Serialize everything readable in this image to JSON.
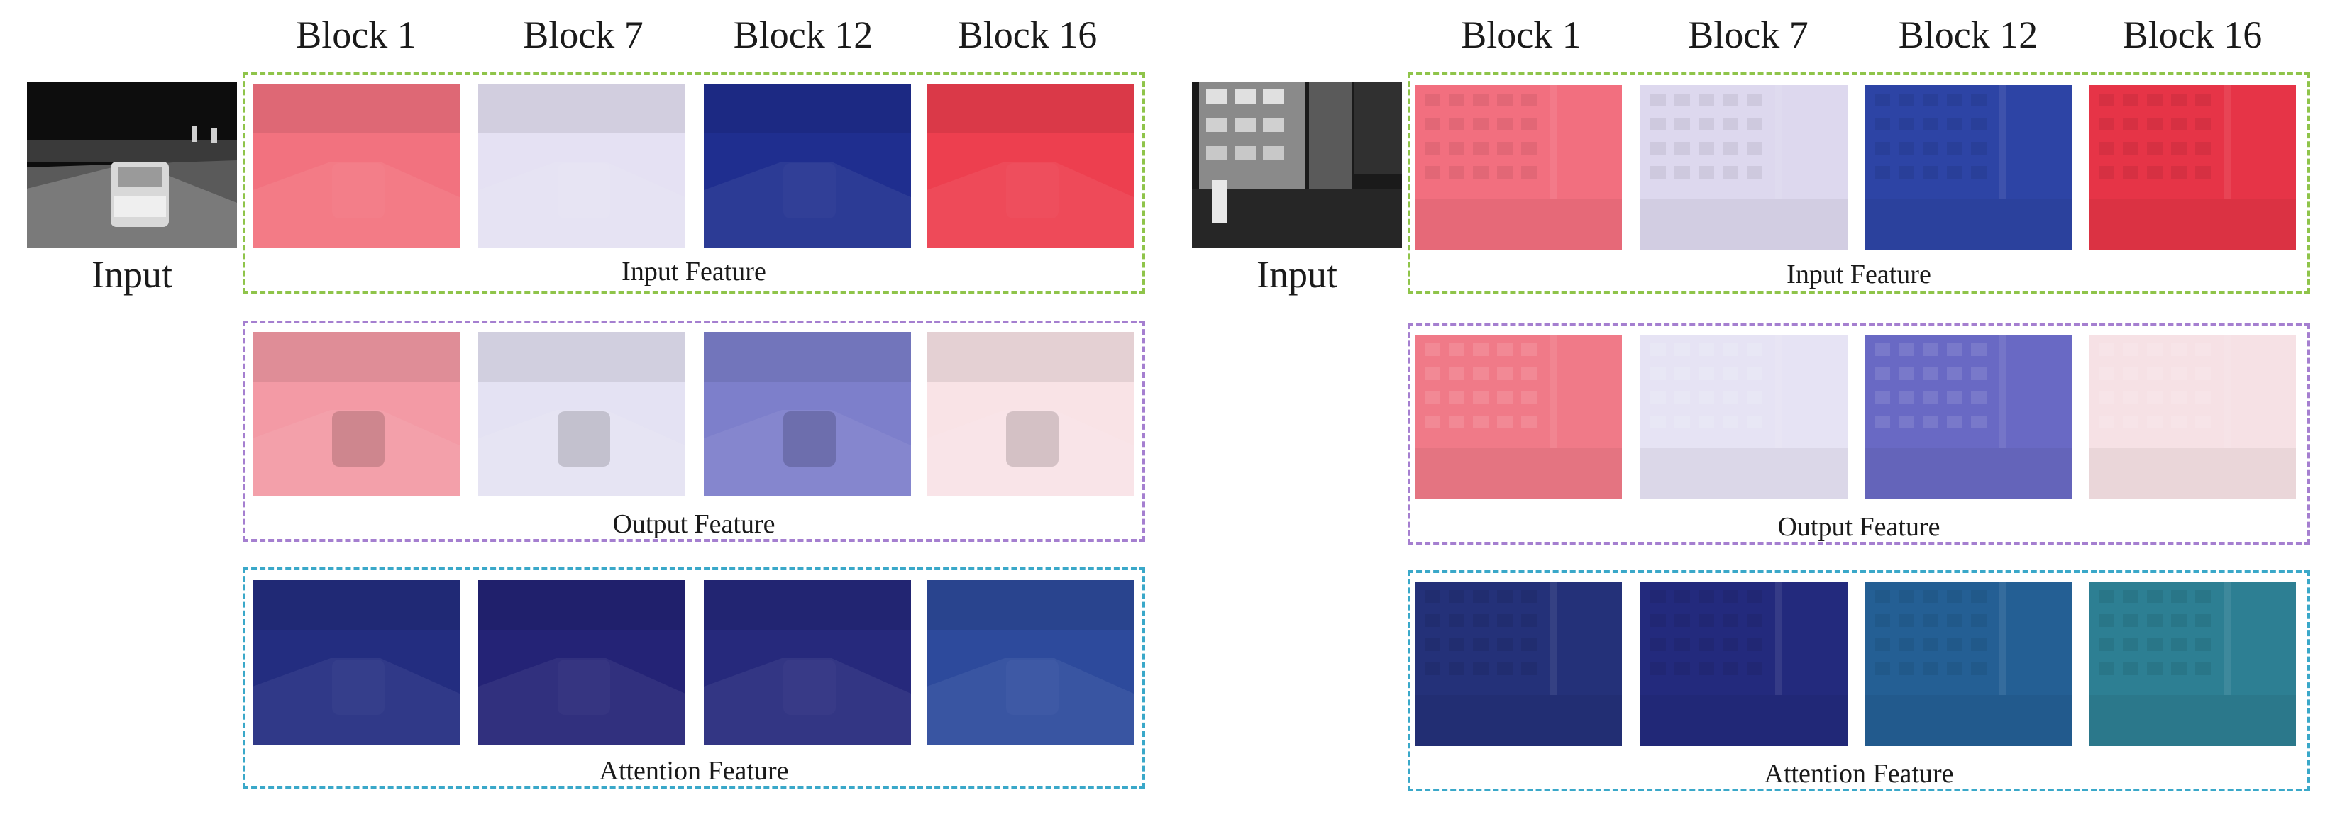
{
  "panels": [
    {
      "input_label": "Input",
      "columns": [
        "Block 1",
        "Block 7",
        "Block 12",
        "Block 16"
      ],
      "groups": [
        "Input Feature",
        "Output Feature",
        "Attention Feature"
      ]
    },
    {
      "input_label": "Input",
      "columns": [
        "Block 1",
        "Block 7",
        "Block 12",
        "Block 16"
      ],
      "groups": [
        "Input Feature",
        "Output Feature",
        "Attention Feature"
      ]
    }
  ],
  "colors": {
    "input_group_border": "#8fc44a",
    "output_group_border": "#a57fd0",
    "attention_group_border": "#3aa8c9"
  },
  "tile_colors": {
    "left": {
      "input": [
        "#f2727f",
        "#e5e1f3",
        "#1f2e8f",
        "#ed3f4f"
      ],
      "output": [
        "#f39aa5",
        "#e4e2f3",
        "#7d7fcb",
        "#f9e3e6"
      ],
      "attention": [
        "#232d80",
        "#242376",
        "#26297c",
        "#2d4a9c"
      ]
    },
    "right": {
      "input": [
        "#f26f7f",
        "#ddd8ee",
        "#2d44a5",
        "#e63447"
      ],
      "output": [
        "#f07a88",
        "#e6e3f4",
        "#6969c4",
        "#f6e1e5"
      ],
      "attention": [
        "#243179",
        "#232a7d",
        "#245f94",
        "#2d7f93"
      ]
    }
  }
}
